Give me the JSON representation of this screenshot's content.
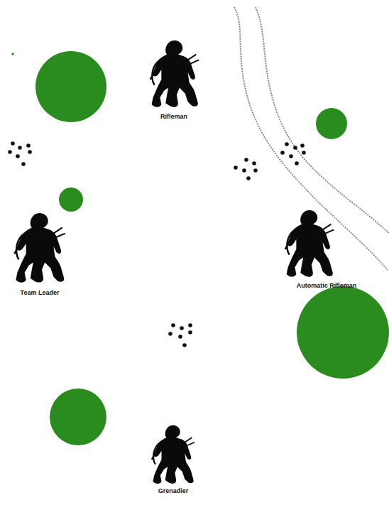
{
  "diagram": {
    "nodes": [
      {
        "text": [
          "Rifleman"
        ]
      },
      {
        "text": [
          "Team Leader"
        ]
      },
      {
        "text": [
          "Automatic Rifleman"
        ]
      },
      {
        "text": [
          "Grenadier"
        ]
      }
    ]
  }
}
